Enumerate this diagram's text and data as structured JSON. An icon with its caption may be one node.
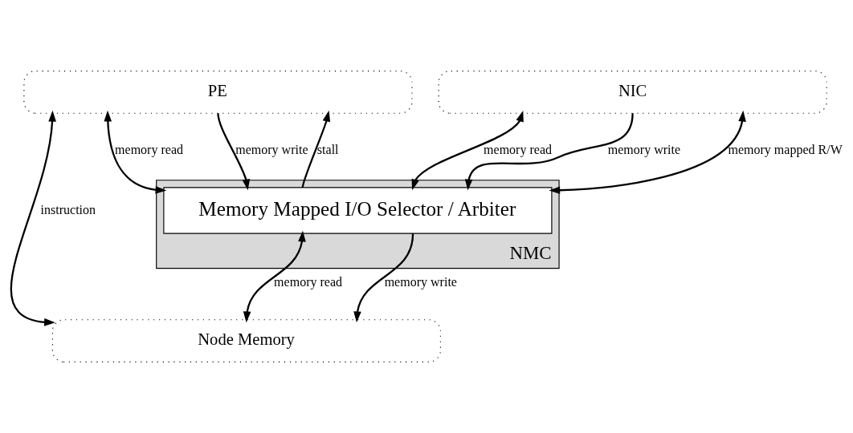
{
  "diagram": {
    "nodes": [
      {
        "text": [
          "PE"
        ]
      },
      {
        "text": [
          "NIC"
        ]
      },
      {
        "text": [
          "NMC"
        ]
      },
      {
        "text": [
          "Memory Mapped I/O Selector / Arbiter"
        ],
        "in": 2
      },
      {
        "text": [
          "Node Memory"
        ]
      }
    ],
    "edges": [
      {
        "from": 0,
        "to": 4,
        "arrow": "both",
        "label": "instruction"
      },
      {
        "from": 0,
        "to": 3,
        "arrow": "both",
        "label": "memory read"
      },
      {
        "from": 0,
        "to": 3,
        "arrow": "to",
        "label": "memory write"
      },
      {
        "from": 3,
        "to": 0,
        "arrow": "to",
        "label": "stall"
      },
      {
        "from": 1,
        "to": 3,
        "arrow": "both",
        "label": "memory read"
      },
      {
        "from": 1,
        "to": 3,
        "arrow": "to",
        "label": "memory write"
      },
      {
        "from": 1,
        "to": 3,
        "arrow": "both",
        "label": "memory mapped R/W"
      },
      {
        "from": 4,
        "to": 3,
        "arrow": "both",
        "label": "memory read"
      },
      {
        "from": 3,
        "to": 4,
        "arrow": "to",
        "label": "memory write"
      }
    ]
  }
}
